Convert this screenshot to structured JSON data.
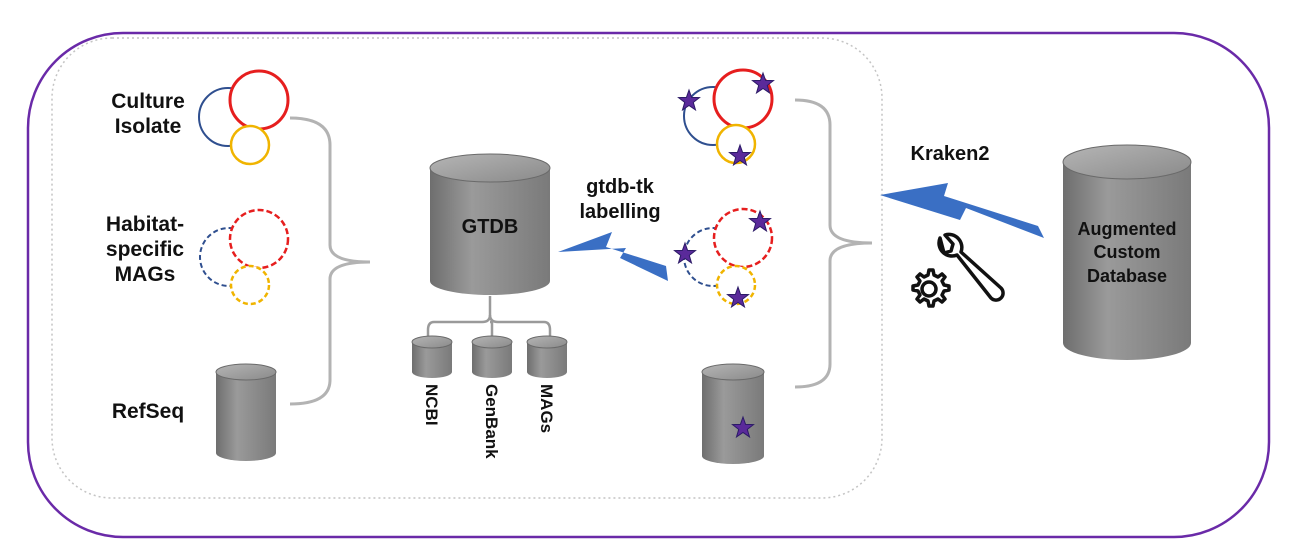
{
  "colors": {
    "frame_purple": "#6a2aa8",
    "dotted_gray": "#bdbdbd",
    "bracket_gray": "#b3b3b3",
    "circle_red": "#e61e1e",
    "circle_blue": "#2f4f8f",
    "circle_yellow": "#f0b400",
    "bolt_blue": "#3a6fc4",
    "star_purple": "#5a2a9a",
    "cylinder_gray": "#8c8c8c"
  },
  "labels": {
    "culture_isolate": [
      "Culture",
      "Isolate"
    ],
    "habitat_specific_mags": [
      "Habitat-",
      "specific",
      "MAGs"
    ],
    "refseq": "RefSeq",
    "gtdb": "GTDB",
    "gtdbtk": [
      "gtdb-tk",
      "labelling"
    ],
    "kraken2": "Kraken2",
    "augmented_db": [
      "Augmented",
      "Custom",
      "Database"
    ],
    "sub_dbs": [
      "NCBI",
      "GenBank",
      "MAGs"
    ]
  },
  "icons": [
    "lightning-bolt-icon",
    "wrench-gear-icon",
    "star-icon",
    "database-cylinder-icon"
  ]
}
